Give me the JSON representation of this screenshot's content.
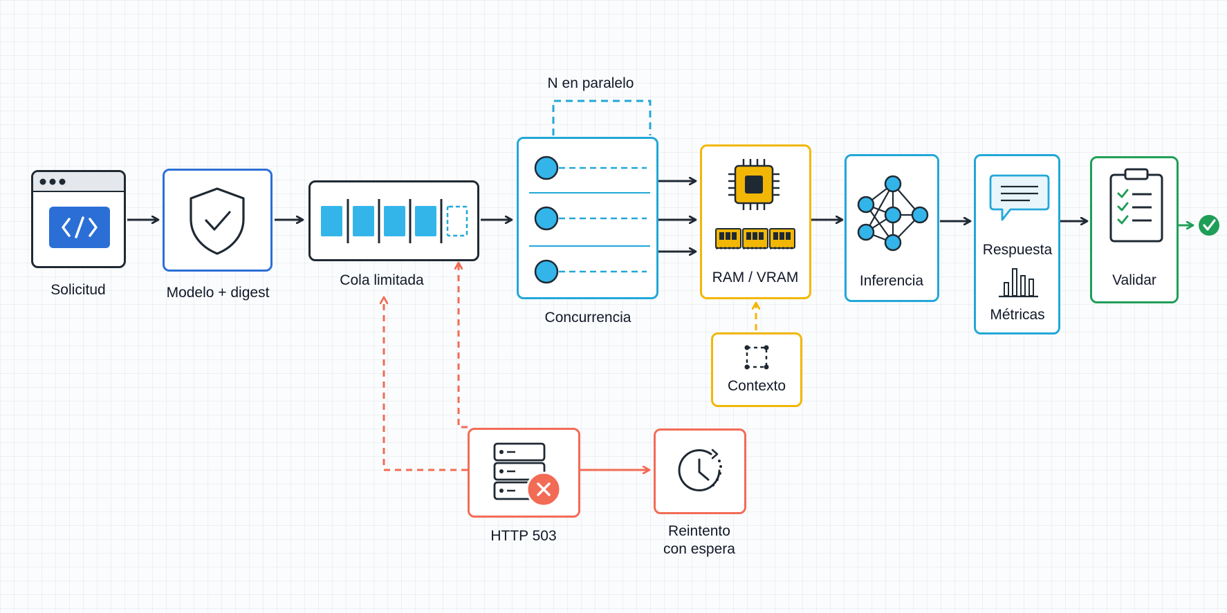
{
  "diagram": {
    "colors": {
      "dark": "#1f2933",
      "blue": "#2b6fd6",
      "cyan": "#22a7d8",
      "yellow": "#f2b705",
      "green": "#1f9e58",
      "red": "#f26b55"
    },
    "nodes": {
      "request": {
        "label": "Solicitud",
        "icon": "code-window-icon"
      },
      "model_digest": {
        "label": "Modelo + digest",
        "icon": "shield-check-icon"
      },
      "bounded_queue": {
        "label": "Cola limitada",
        "icon": "queue-slots-icon"
      },
      "concurrency": {
        "label": "Concurrencia",
        "icon": "parallel-workers-icon",
        "annotation": "N en paralelo"
      },
      "memory": {
        "label": "RAM / VRAM",
        "icon": "chip-memory-icon"
      },
      "context": {
        "label": "Contexto",
        "icon": "context-frame-icon"
      },
      "inference": {
        "label": "Inferencia",
        "icon": "neural-network-icon"
      },
      "response_metrics": {
        "label_top": "Respuesta",
        "label_bottom": "Métricas",
        "icons": [
          "speech-bubble-icon",
          "bar-chart-icon"
        ]
      },
      "validate": {
        "label": "Validar",
        "icon": "checklist-clipboard-icon"
      },
      "http_503": {
        "label": "HTTP 503",
        "icon": "server-error-icon"
      },
      "retry_wait": {
        "label_line1": "Reintento",
        "label_line2": "con espera",
        "icon": "clock-wait-icon"
      }
    }
  }
}
